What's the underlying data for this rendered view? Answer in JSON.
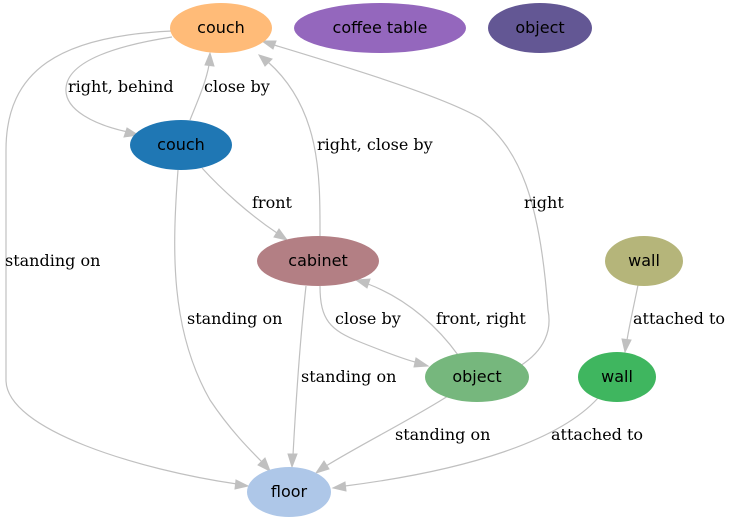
{
  "nodes": {
    "couch_top": {
      "label": "couch",
      "color": "#ffbb78"
    },
    "coffee_table": {
      "label": "coffee table",
      "color": "#9467bd"
    },
    "object_top": {
      "label": "object",
      "color": "#635794"
    },
    "couch_mid": {
      "label": "couch",
      "color": "#1f77b4"
    },
    "cabinet": {
      "label": "cabinet",
      "color": "#b37f84"
    },
    "wall_top": {
      "label": "wall",
      "color": "#b5b57a"
    },
    "object_mid": {
      "label": "object",
      "color": "#76b77d"
    },
    "wall_mid": {
      "label": "wall",
      "color": "#3fb65f"
    },
    "floor": {
      "label": "floor",
      "color": "#aec7e8"
    }
  },
  "edges": [
    {
      "id": "e1",
      "from": "couch_top",
      "to": "couch_mid",
      "label": "right, behind"
    },
    {
      "id": "e2",
      "from": "couch_mid",
      "to": "couch_top",
      "label": "close by"
    },
    {
      "id": "e3",
      "from": "couch_top",
      "to": "floor",
      "label": "standing on"
    },
    {
      "id": "e4",
      "from": "cabinet",
      "to": "couch_top",
      "label": "right, close by"
    },
    {
      "id": "e5",
      "from": "object_mid",
      "to": "couch_top",
      "label": "right"
    },
    {
      "id": "e6",
      "from": "couch_mid",
      "to": "cabinet",
      "label": "front"
    },
    {
      "id": "e7",
      "from": "couch_mid",
      "to": "floor",
      "label": "standing on"
    },
    {
      "id": "e8",
      "from": "cabinet",
      "to": "object_mid",
      "label": "close by"
    },
    {
      "id": "e9",
      "from": "object_mid",
      "to": "cabinet",
      "label": "front, right"
    },
    {
      "id": "e10",
      "from": "cabinet",
      "to": "floor",
      "label": "standing on"
    },
    {
      "id": "e11",
      "from": "object_mid",
      "to": "floor",
      "label": "standing on"
    },
    {
      "id": "e12",
      "from": "wall_top",
      "to": "wall_mid",
      "label": "attached to"
    },
    {
      "id": "e13",
      "from": "wall_mid",
      "to": "floor",
      "label": "attached to"
    }
  ]
}
